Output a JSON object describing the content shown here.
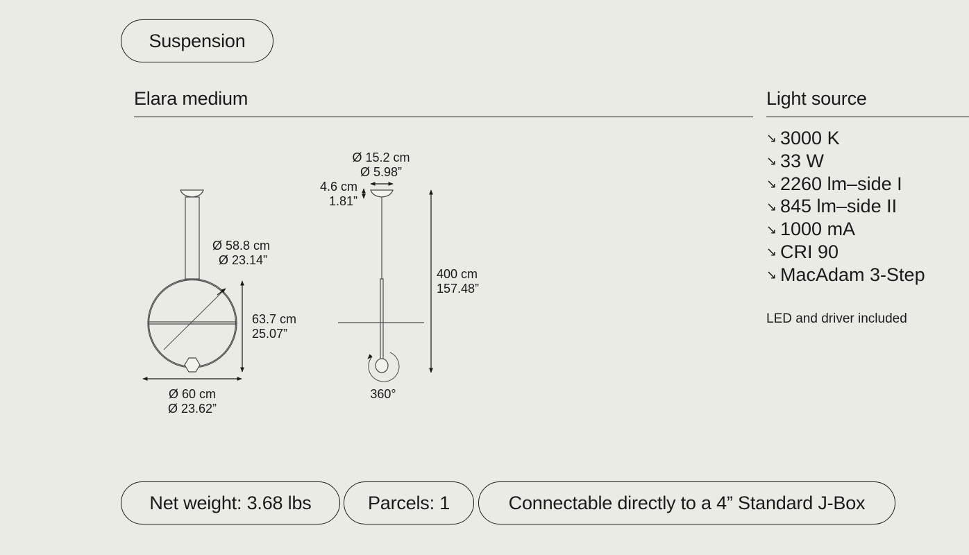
{
  "header": {
    "category_label": "Suspension"
  },
  "product": {
    "name": "Elara medium"
  },
  "light_source": {
    "title": "Light source",
    "specs": [
      "3000 K",
      "33 W",
      "2260 lm–side I",
      "845 lm–side II",
      "1000 mA",
      "CRI 90",
      "MacAdam 3-Step"
    ],
    "note": "LED and driver included"
  },
  "dimensions": {
    "diagonal": [
      "Ø 58.8 cm",
      "Ø 23.14”"
    ],
    "height": [
      "63.7 cm",
      "25.07”"
    ],
    "width": [
      "Ø 60 cm",
      "Ø 23.62”"
    ],
    "canopy_diameter": [
      "Ø 15.2 cm",
      "Ø 5.98”"
    ],
    "canopy_height": [
      "4.6 cm",
      "1.81”"
    ],
    "cable_length": [
      "400 cm",
      "157.48”"
    ],
    "rotation": "360°"
  },
  "footer": {
    "net_weight": "Net weight: 3.68 lbs",
    "parcels": "Parcels: 1",
    "connection": "Connectable directly to a 4” Standard J-Box"
  },
  "icons": {
    "spec_bullet": "arrow-down-right-icon"
  }
}
